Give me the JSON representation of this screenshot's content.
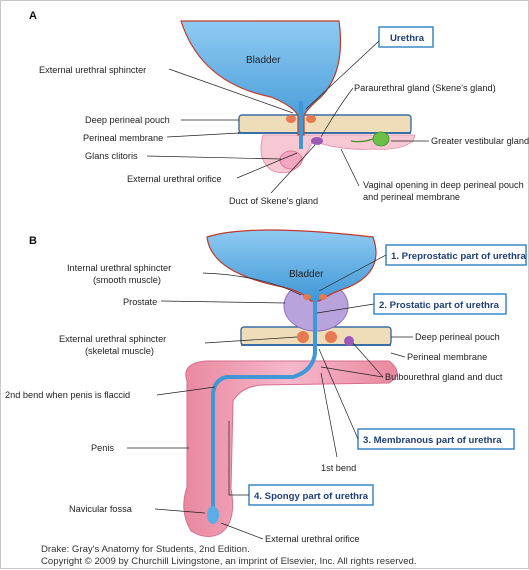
{
  "panel_a": {
    "letter": "A",
    "bladder": "Bladder",
    "highlight_box": "Urethra",
    "labels": {
      "ext_sphincter": "External urethral sphincter",
      "deep_pouch": "Deep perineal pouch",
      "perineal_membrane": "Perineal membrane",
      "glans_clitoris": "Glans clitoris",
      "ext_orifice": "External urethral orifice",
      "duct_skene": "Duct of Skene's gland",
      "paraurethral": "Paraurethral gland (Skene's gland)",
      "greater_vestibular": "Greater vestibular gland",
      "vaginal_line1": "Vaginal opening in deep perineal pouch",
      "vaginal_line2": "and perineal membrane"
    }
  },
  "panel_b": {
    "letter": "B",
    "bladder": "Bladder",
    "boxes": {
      "preprostatic": "1. Preprostatic part of urethra",
      "prostatic": "2. Prostatic part of urethra",
      "membranous": "3. Membranous part of urethra",
      "spongy": "4. Spongy part of urethra"
    },
    "labels": {
      "int_sphincter_1": "Internal urethral sphincter",
      "int_sphincter_2": "(smooth muscle)",
      "prostate": "Prostate",
      "ext_sphincter_1": "External urethral sphincter",
      "ext_sphincter_2": "(skeletal muscle)",
      "deep_pouch": "Deep perineal pouch",
      "perineal_membrane": "Perineal membrane",
      "bulbourethral": "Bulbourethral gland and duct",
      "second_bend": "2nd bend when penis is flaccid",
      "penis": "Penis",
      "first_bend": "1st bend",
      "navicular": "Navicular fossa",
      "ext_orifice": "External urethral orifice"
    }
  },
  "caption": {
    "line1": "Drake: Gray's Anatomy for Students, 2nd Edition.",
    "line2": "Copyright © 2009 by Churchill Livingstone, an imprint of Elsevier, Inc. All rights reserved."
  },
  "colors": {
    "bladder_fill": "#5aaee6",
    "bladder_stroke": "#c0392b",
    "membrane_fill": "#efdcb8",
    "tissue_pink": "#f4a6c0",
    "muscle_orange": "#e8784f",
    "prostate_purple": "#b9a3dc",
    "gland_green": "#6cc04a",
    "box_stroke": "#2e7fc1",
    "box_text": "#1f3f7a"
  }
}
